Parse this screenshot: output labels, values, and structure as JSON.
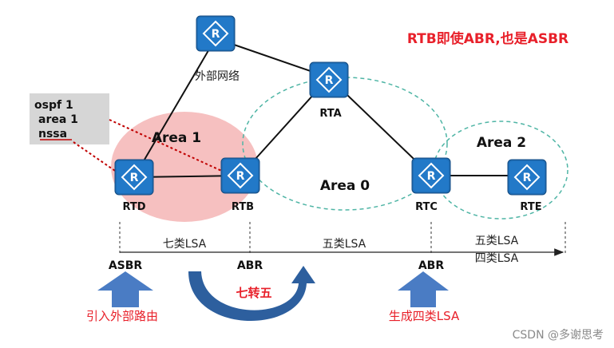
{
  "headline": "RTB即使ABR,也是ASBR",
  "config_box": {
    "lines": [
      "ospf 1",
      "area 1",
      "nssa"
    ]
  },
  "routers": {
    "external": {
      "label": "外部网络"
    },
    "rta": {
      "label": "RTA"
    },
    "rtb": {
      "label": "RTB"
    },
    "rtc": {
      "label": "RTC"
    },
    "rtd": {
      "label": "RTD"
    },
    "rte": {
      "label": "RTE"
    }
  },
  "areas": {
    "area1": "Area 1",
    "area0": "Area 0",
    "area2": "Area 2"
  },
  "lsa_segments": {
    "seg1": "七类LSA",
    "seg2": "五类LSA",
    "seg3_line1": "五类LSA",
    "seg3_line2": "四类LSA"
  },
  "roles": {
    "asbr": "ASBR",
    "abr1": "ABR",
    "abr2": "ABR"
  },
  "actions": {
    "import_external": "引入外部路由",
    "seven_to_five": "七转五",
    "generate_type4": "生成四类LSA"
  },
  "watermark": "CSDN @多谢思考",
  "colors": {
    "router_fill": "#1f6fb8",
    "area1_fill": "#f5b5b5",
    "area_dash": "#4fb5a5",
    "dotted_link": "#c00000",
    "red_text": "#e8202a",
    "arrow_fill": "#4a7cc4"
  }
}
